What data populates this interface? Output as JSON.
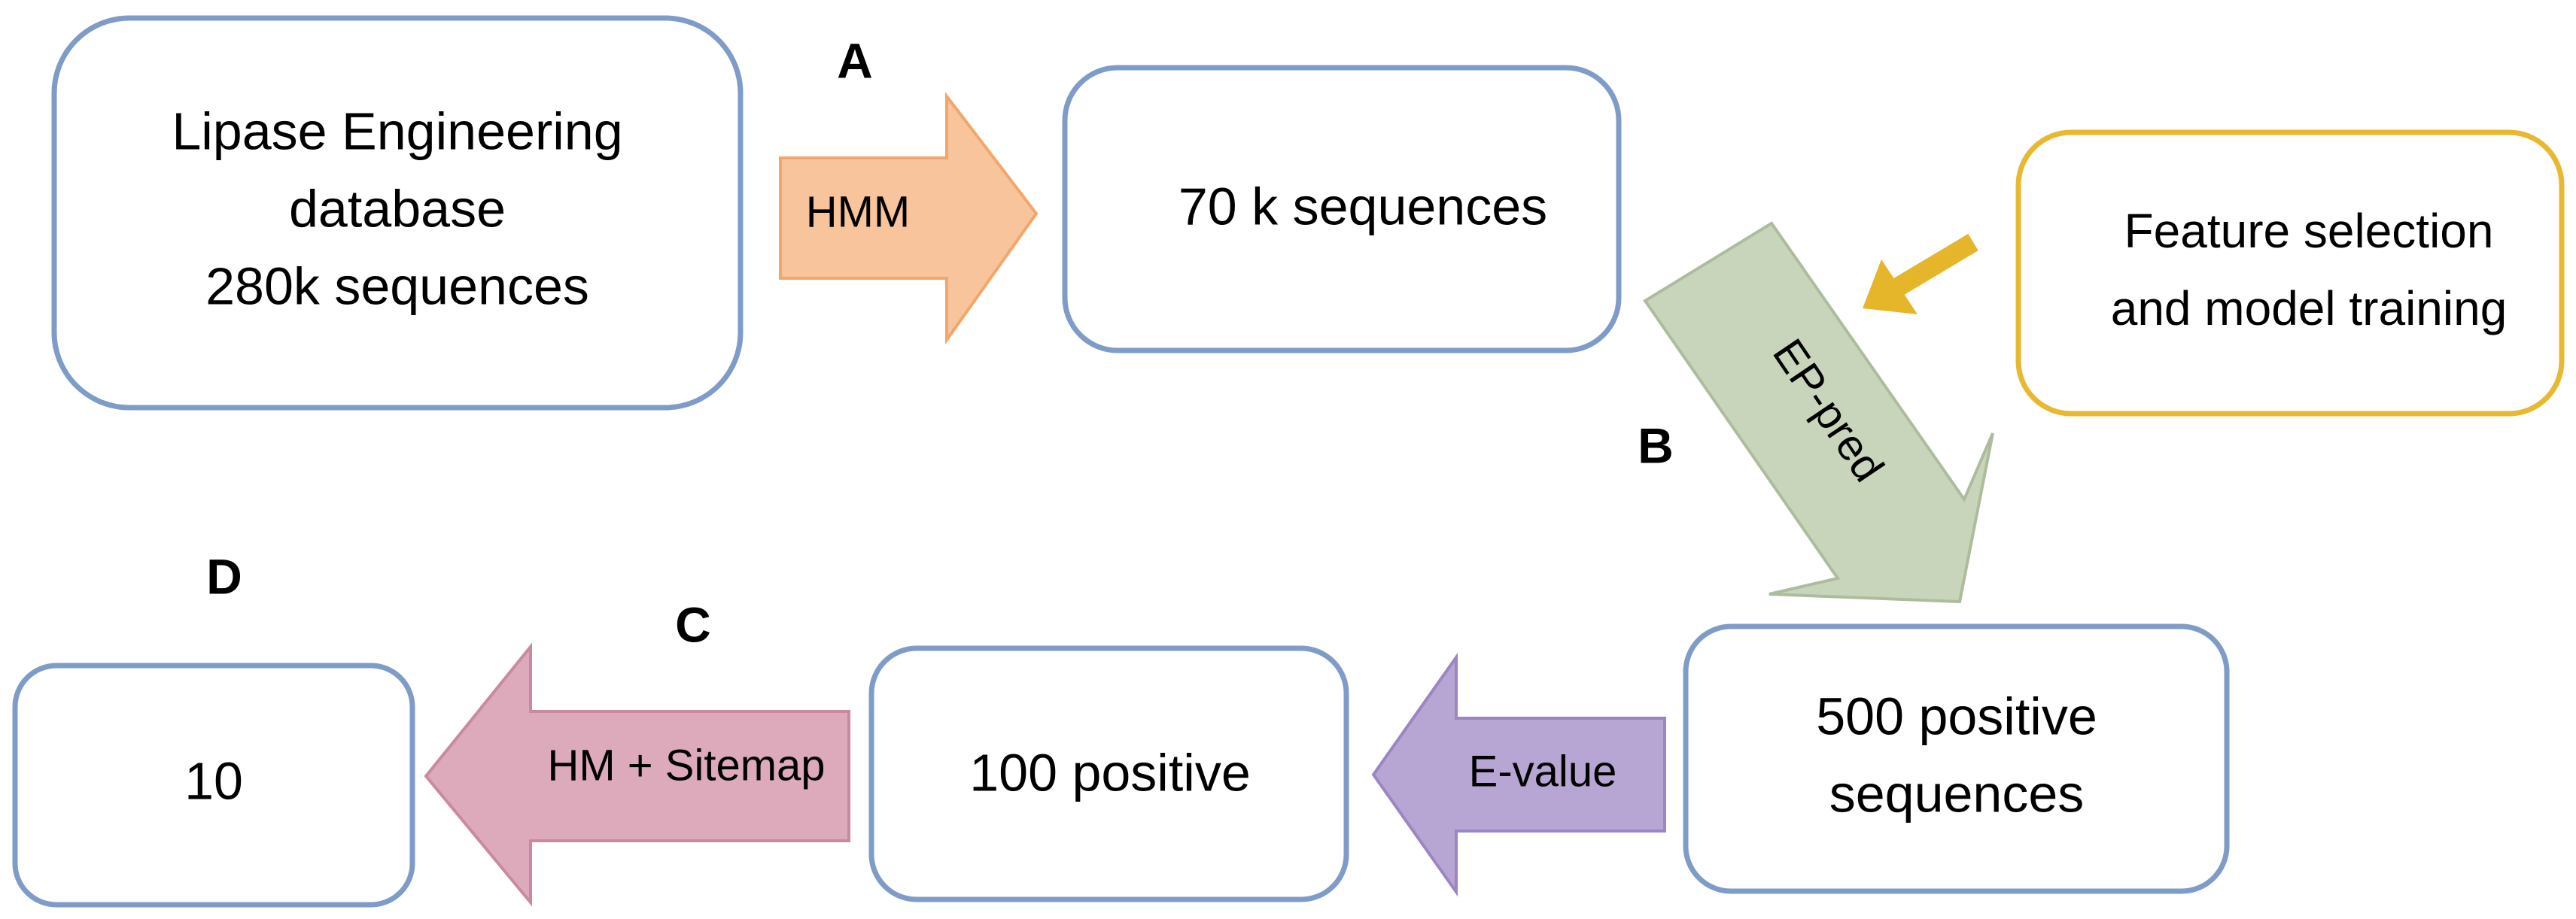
{
  "boxes": {
    "lipase_db": {
      "line1": "Lipase Engineering",
      "line2": "database",
      "line3": "280k sequences"
    },
    "seq_70k": {
      "label": "70 k sequences"
    },
    "feature_selection": {
      "line1": "Feature selection",
      "line2": "and model training"
    },
    "positive_500": {
      "line1": "500 positive",
      "line2": "sequences"
    },
    "positive_100": {
      "label": "100 positive"
    },
    "final_10": {
      "label": "10"
    }
  },
  "arrows": {
    "hmm": "HMM",
    "ep_pred": "EP-pred",
    "e_value": "E-value",
    "hm_sitemap": "HM + Sitemap"
  },
  "step_labels": {
    "a": "A",
    "b": "B",
    "c": "C",
    "d": "D"
  },
  "colors": {
    "box_border_blue": "#7f9cc8",
    "box_border_yellow": "#e8b830",
    "hmm_arrow": "#f8c49c",
    "ep_pred_arrow": "#c9d5bb",
    "e_value_arrow": "#b7a5d3",
    "hm_sitemap_arrow": "#dcaabb",
    "feature_arrow": "#e6b62a"
  }
}
